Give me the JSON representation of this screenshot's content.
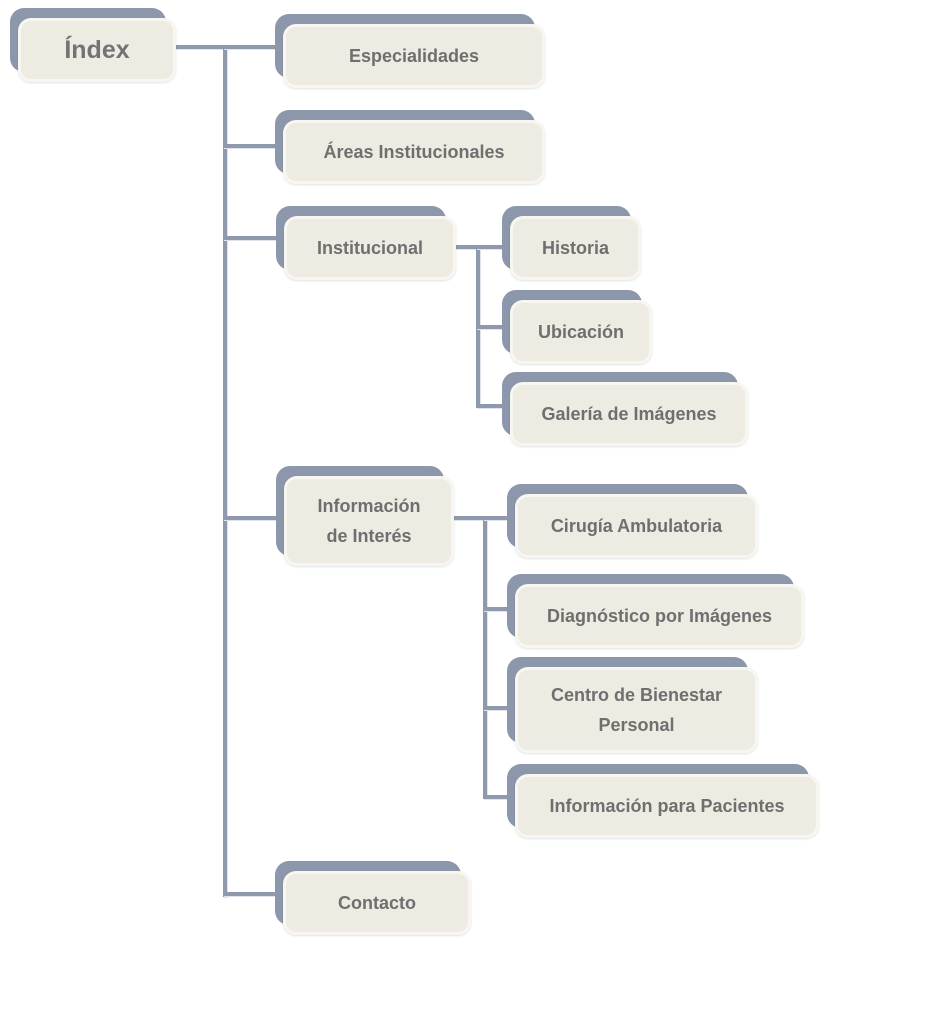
{
  "diagram": {
    "root": {
      "label": "Índex"
    },
    "level1": [
      {
        "label": "Especialidades"
      },
      {
        "label": "Áreas Institucionales"
      },
      {
        "label": "Institucional"
      },
      {
        "label": "Información\nde Interés"
      },
      {
        "label": "Contacto"
      }
    ],
    "institucional_children": [
      {
        "label": "Historia"
      },
      {
        "label": "Ubicación"
      },
      {
        "label": "Galería de Imágenes"
      }
    ],
    "informacion_children": [
      {
        "label": "Cirugía Ambulatoria"
      },
      {
        "label": "Diagnóstico por Imágenes"
      },
      {
        "label": "Centro de Bienestar\nPersonal"
      },
      {
        "label": "Información para Pacientes"
      }
    ],
    "colors": {
      "node_back": "#8c97ab",
      "node_face": "#eeebe2",
      "connector": "#8e99ad",
      "text": "#6f6f6f"
    }
  }
}
